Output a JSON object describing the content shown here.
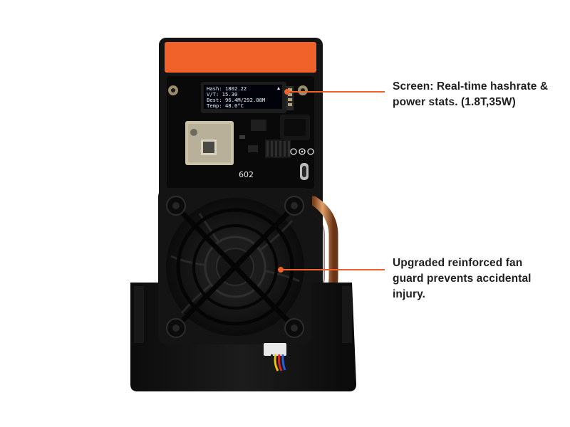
{
  "callouts": {
    "screen": {
      "line1": "Screen: Real-time hashrate &",
      "line2": "power stats. (1.8T,35W)"
    },
    "fan": {
      "line1": "Upgraded reinforced fan",
      "line2": "guard prevents accidental",
      "line3": "injury."
    }
  },
  "oled": {
    "line1": "Hash: 1802.22",
    "line2": "V/T: 15.30",
    "line3": "Best: 96.4M/292.88M",
    "line4": "Temp: 48.0°C"
  },
  "board": {
    "label": "602"
  },
  "colors": {
    "accent": "#f0622a",
    "case": "#111111",
    "copper": "#c47a45",
    "text": "#1f1f1f"
  }
}
